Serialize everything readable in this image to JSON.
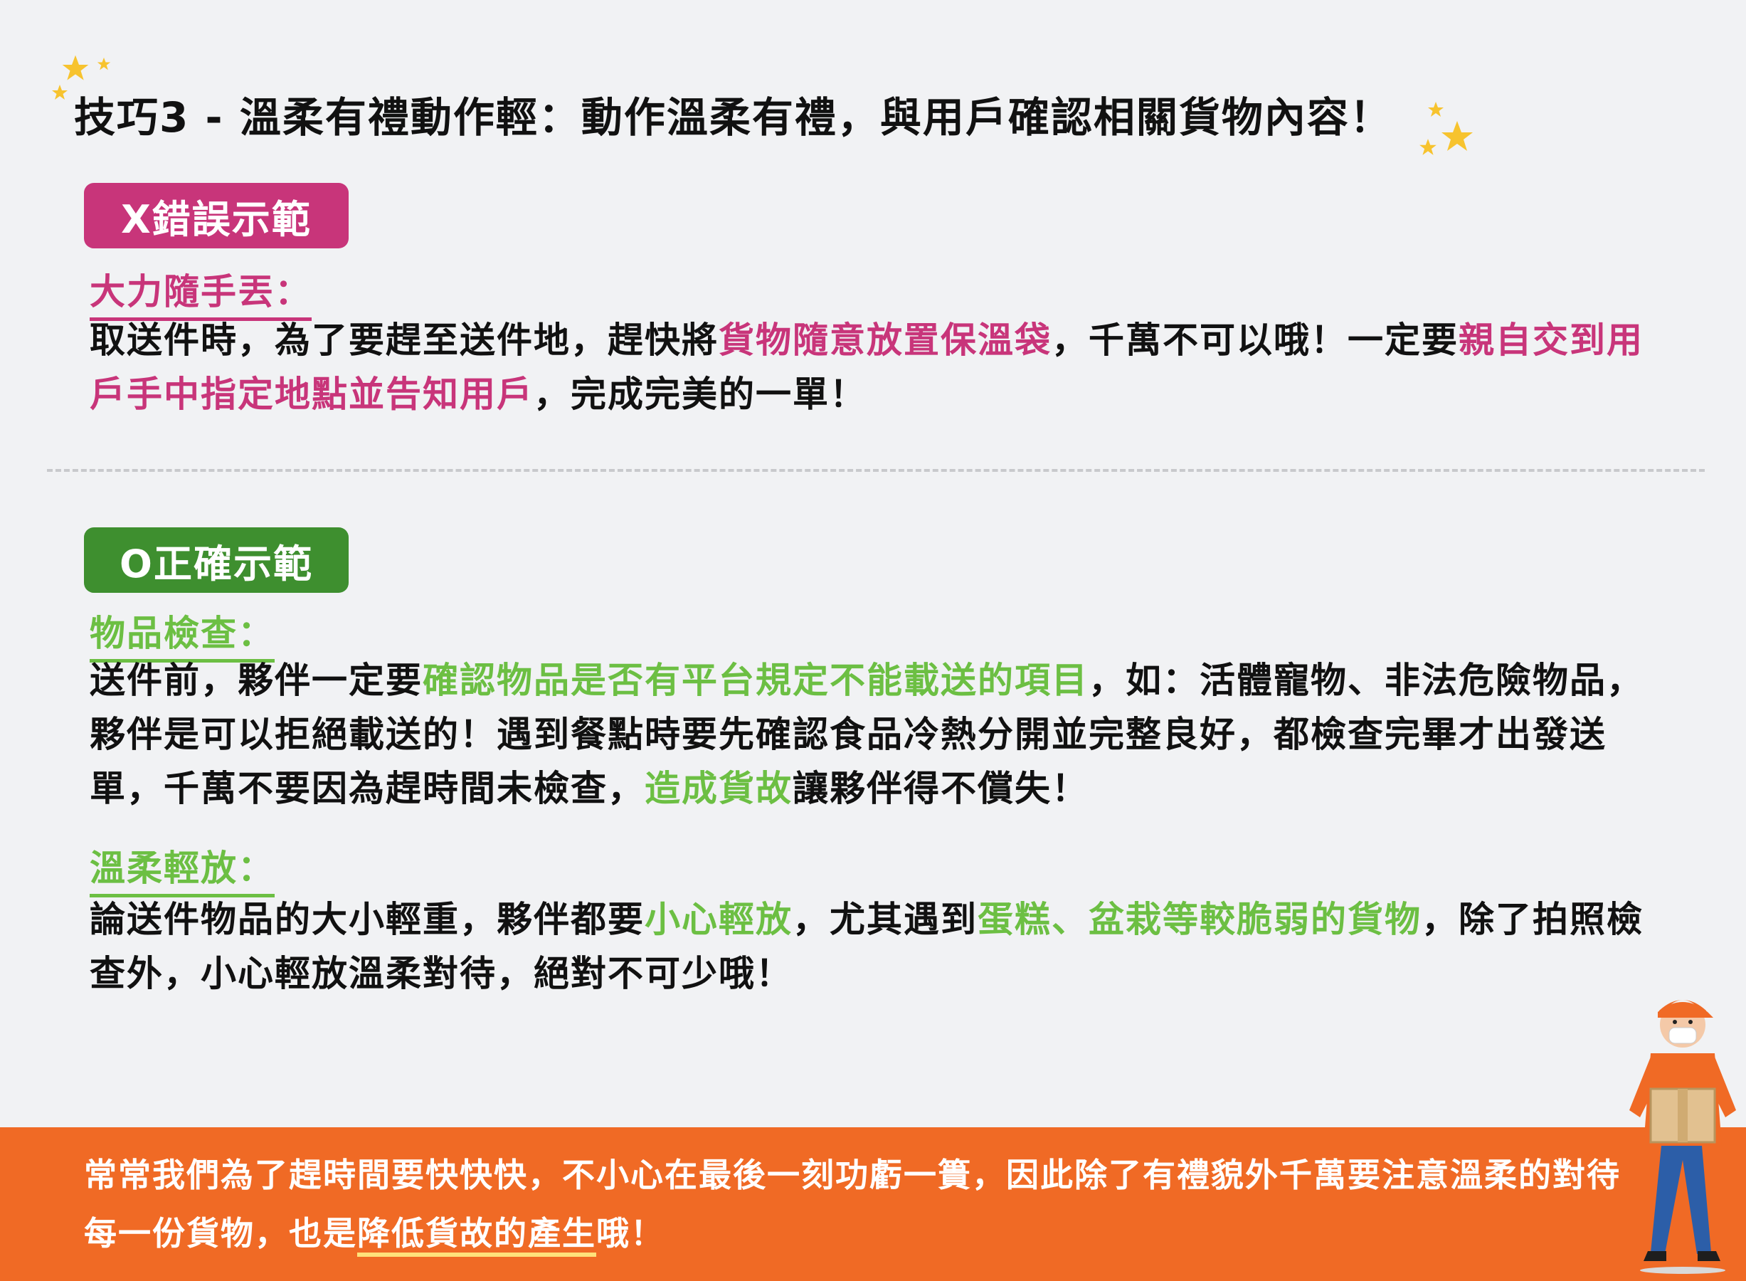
{
  "title": "技巧3 - 溫柔有禮動作輕：動作溫柔有禮，與用戶確認相關貨物內容！",
  "wrong_example": {
    "badge": "X錯誤示範",
    "heading": "大力隨手丟：",
    "p1_a": "取送件時，為了要趕至送件地，趕快將",
    "p1_b": "貨物隨意放置保溫袋",
    "p1_c": "，千萬不可以哦！一定要",
    "p1_d": "親自交到用戶手中指定地點並告知用戶",
    "p1_e": "，完成完美的一單！"
  },
  "right_example": {
    "badge": "O正確示範",
    "heading1": "物品檢查：",
    "p2_a": "送件前，夥伴一定要",
    "p2_b": "確認物品是否有平台規定不能載送的項目",
    "p2_c": "，如：活體寵物、非法危險物品，夥伴是可以拒絕載送的！遇到餐點時要先確認食品冷熱分開並完整良好，都檢查完畢才出發送單，千萬不要因為趕時間未檢查，",
    "p2_d": "造成貨故",
    "p2_e": "讓夥伴得不償失！",
    "heading2": "溫柔輕放：",
    "p3_a": "論送件物品的大小輕重，夥伴都要",
    "p3_b": "小心輕放",
    "p3_c": "，尤其遇到",
    "p3_d": "蛋糕、盆栽等較脆弱的貨物",
    "p3_e": "，除了拍照檢查外，小心輕放溫柔對待，絕對不可少哦！"
  },
  "footer": {
    "a": "常常我們為了趕時間要快快快，不小心在最後一刻功虧一簣，因此除了有禮貌外千萬要注意溫柔的對待每一份貨物，也是",
    "b": "降低貨故的產生",
    "c": "哦！"
  },
  "colors": {
    "background": "#f1f2f4",
    "pink": "#c8357a",
    "green": "#6cbf43",
    "badge_green": "#3e8f2f",
    "footer_orange": "#f06a25"
  },
  "icons": [
    "star-icon",
    "courier-illustration"
  ]
}
